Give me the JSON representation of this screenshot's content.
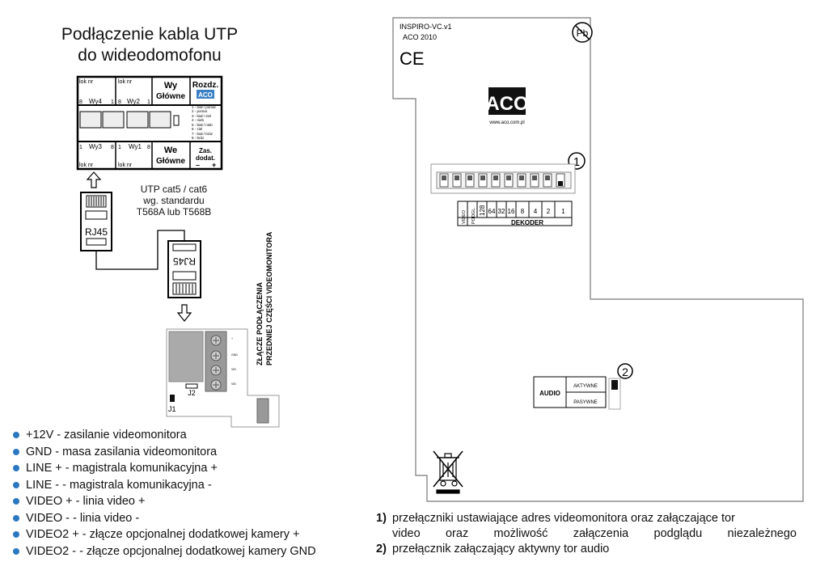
{
  "title": [
    "Podłączenie kabla UTP",
    "do wideodomofonu"
  ],
  "cable_label": [
    "UTP cat5 / cat6",
    "wg. standardu",
    "T568A lub T568B"
  ],
  "rj45_label": "RJ45",
  "distributor": {
    "top_labels": [
      "lok nr",
      "Wy4",
      "lok nr",
      "Wy2",
      "Wy Główne",
      "Rozdz."
    ],
    "bottom_labels": [
      "Wy3",
      "lok nr",
      "Wy1",
      "lok nr",
      "We Główne",
      "Zas. dodat."
    ],
    "pair_legend": [
      "1 - biał / pomar",
      "2 - pomar",
      "3 - biał / ziel",
      "4 - nieb",
      "5 - biał / nieb",
      "6 - ziel",
      "7 - biał / bráz",
      "8 - bráz"
    ],
    "pin_numbers": [
      "1",
      "8"
    ],
    "polarity": [
      "–",
      "+"
    ]
  },
  "connector_board": {
    "j1": "J1",
    "j2": "J2",
    "vertical_caption": [
      "ZŁĄCZE PODŁĄCZENIA",
      "PRZEDNIEJ CZĘŚCI VIDEOMONITORA"
    ]
  },
  "legend": [
    "+12V - zasilanie videomonitora",
    "GND - masa zasilania videomonitora",
    "LINE + - magistrala komunikacyjna +",
    "LINE - - magistrala komunikacyjna -",
    "VIDEO + - linia video +",
    "VIDEO - - linia video -",
    "VIDEO2 + - złącze opcjonalnej dodatkowej kamery +",
    "VIDEO2 - - złącze opcjonalnej dodatkowej kamery GND"
  ],
  "pcb": {
    "model": "INSPIRO-VC.v1",
    "year": "ACO 2010",
    "ce": "CE",
    "pb": "Pb",
    "logo": "ACO",
    "url": "www.aco.com.pl",
    "marker1": "1",
    "marker2": "2",
    "dip_labels": [
      "VIDEO",
      "PODGL.",
      "128",
      "64",
      "32",
      "16",
      "8",
      "4",
      "2",
      "1"
    ],
    "dekoder": "DEKODER",
    "audio": "AUDIO",
    "aktywne": "AKTYWNE",
    "pasywne": "PASYWNE"
  },
  "notes": [
    {
      "num": "1)",
      "lines": [
        "przełączniki ustawiające adres videomonitora oraz załączające tor",
        "video oraz możliwość załączenia podglądu niezależnego"
      ]
    },
    {
      "num": "2)",
      "lines": [
        "przełącznik załączający aktywny tor audio"
      ]
    }
  ],
  "colors": {
    "bullet": "#2b78c0",
    "logo": "#111111"
  }
}
